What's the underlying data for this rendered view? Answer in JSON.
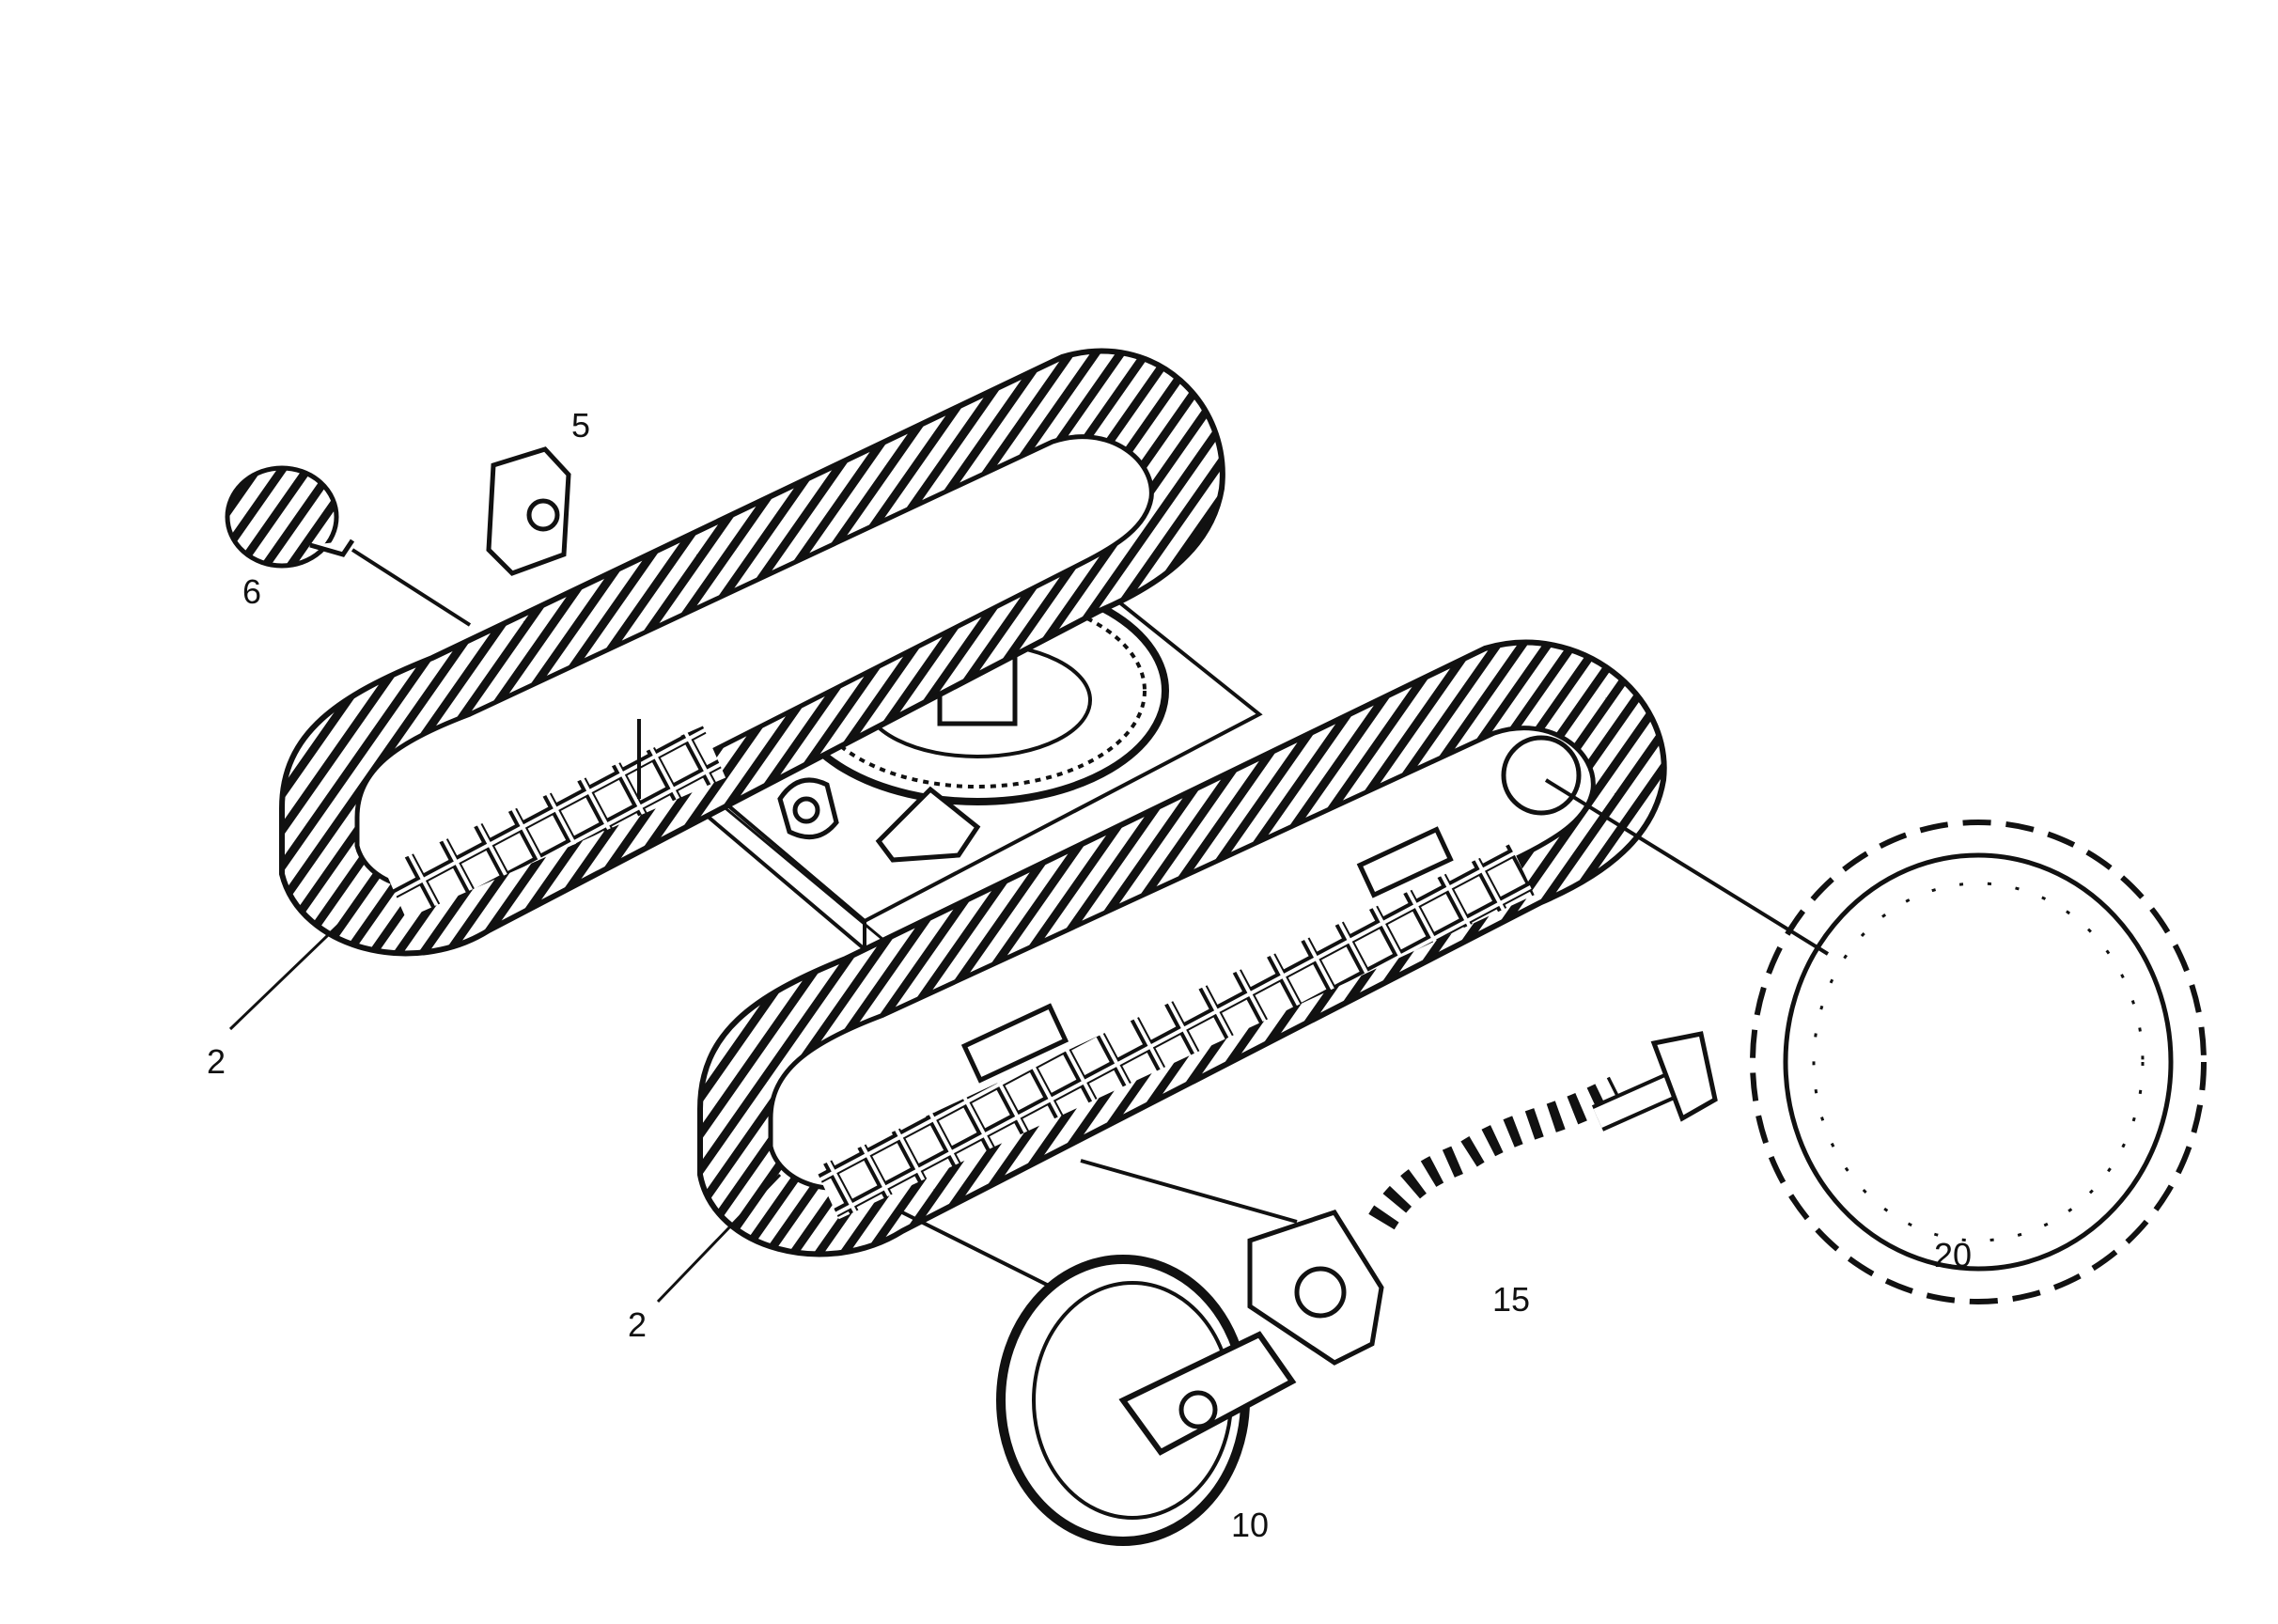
{
  "diagram": {
    "part_labels": {
      "track_left": "2",
      "track_right": "2",
      "carrier_roller": "5",
      "track_roller": "6",
      "front_idler": "10",
      "track_adjuster": "15",
      "drive_sprocket": "20"
    },
    "colors": {
      "ink": "#111111",
      "paper": "#ffffff"
    }
  }
}
